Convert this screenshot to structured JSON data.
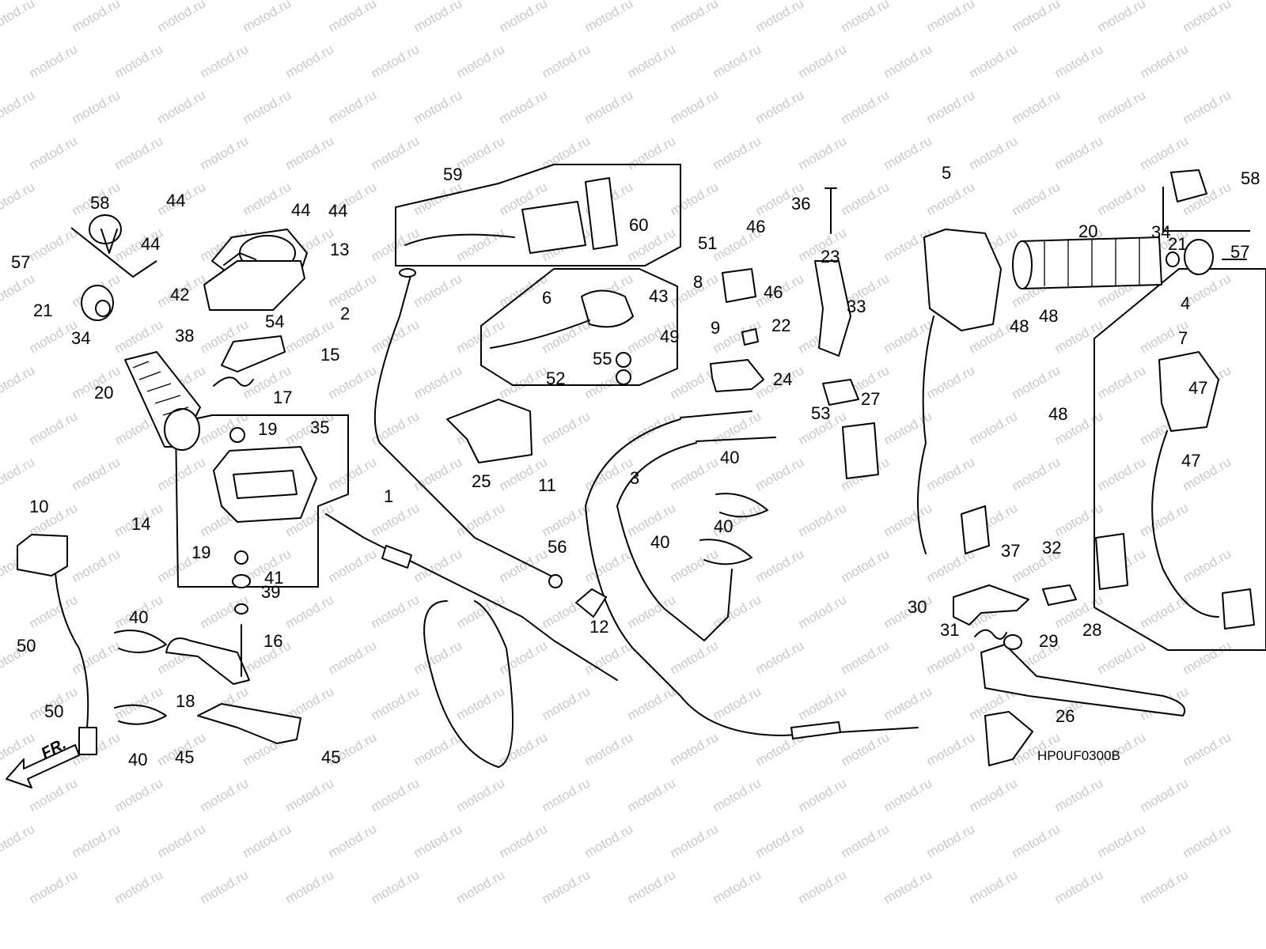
{
  "watermark_text": "motod.ru",
  "drawing_code": "HP0UF0300B",
  "front_marker": "FR.",
  "callouts": [
    "1",
    "2",
    "3",
    "4",
    "5",
    "6",
    "7",
    "8",
    "9",
    "10",
    "11",
    "12",
    "13",
    "14",
    "15",
    "16",
    "17",
    "18",
    "19",
    "19",
    "20",
    "20",
    "21",
    "21",
    "22",
    "23",
    "24",
    "25",
    "26",
    "27",
    "28",
    "29",
    "30",
    "31",
    "32",
    "33",
    "34",
    "34",
    "35",
    "36",
    "37",
    "38",
    "39",
    "40",
    "40",
    "40",
    "40",
    "40",
    "41",
    "42",
    "43",
    "44",
    "44",
    "44",
    "44",
    "45",
    "45",
    "46",
    "46",
    "47",
    "47",
    "48",
    "48",
    "48",
    "49",
    "50",
    "50",
    "51",
    "52",
    "53",
    "54",
    "55",
    "56",
    "57",
    "57",
    "58",
    "58",
    "59",
    "60"
  ],
  "colors": {
    "line": "#000000",
    "watermark": "#c9c9c9",
    "background": "#ffffff"
  }
}
